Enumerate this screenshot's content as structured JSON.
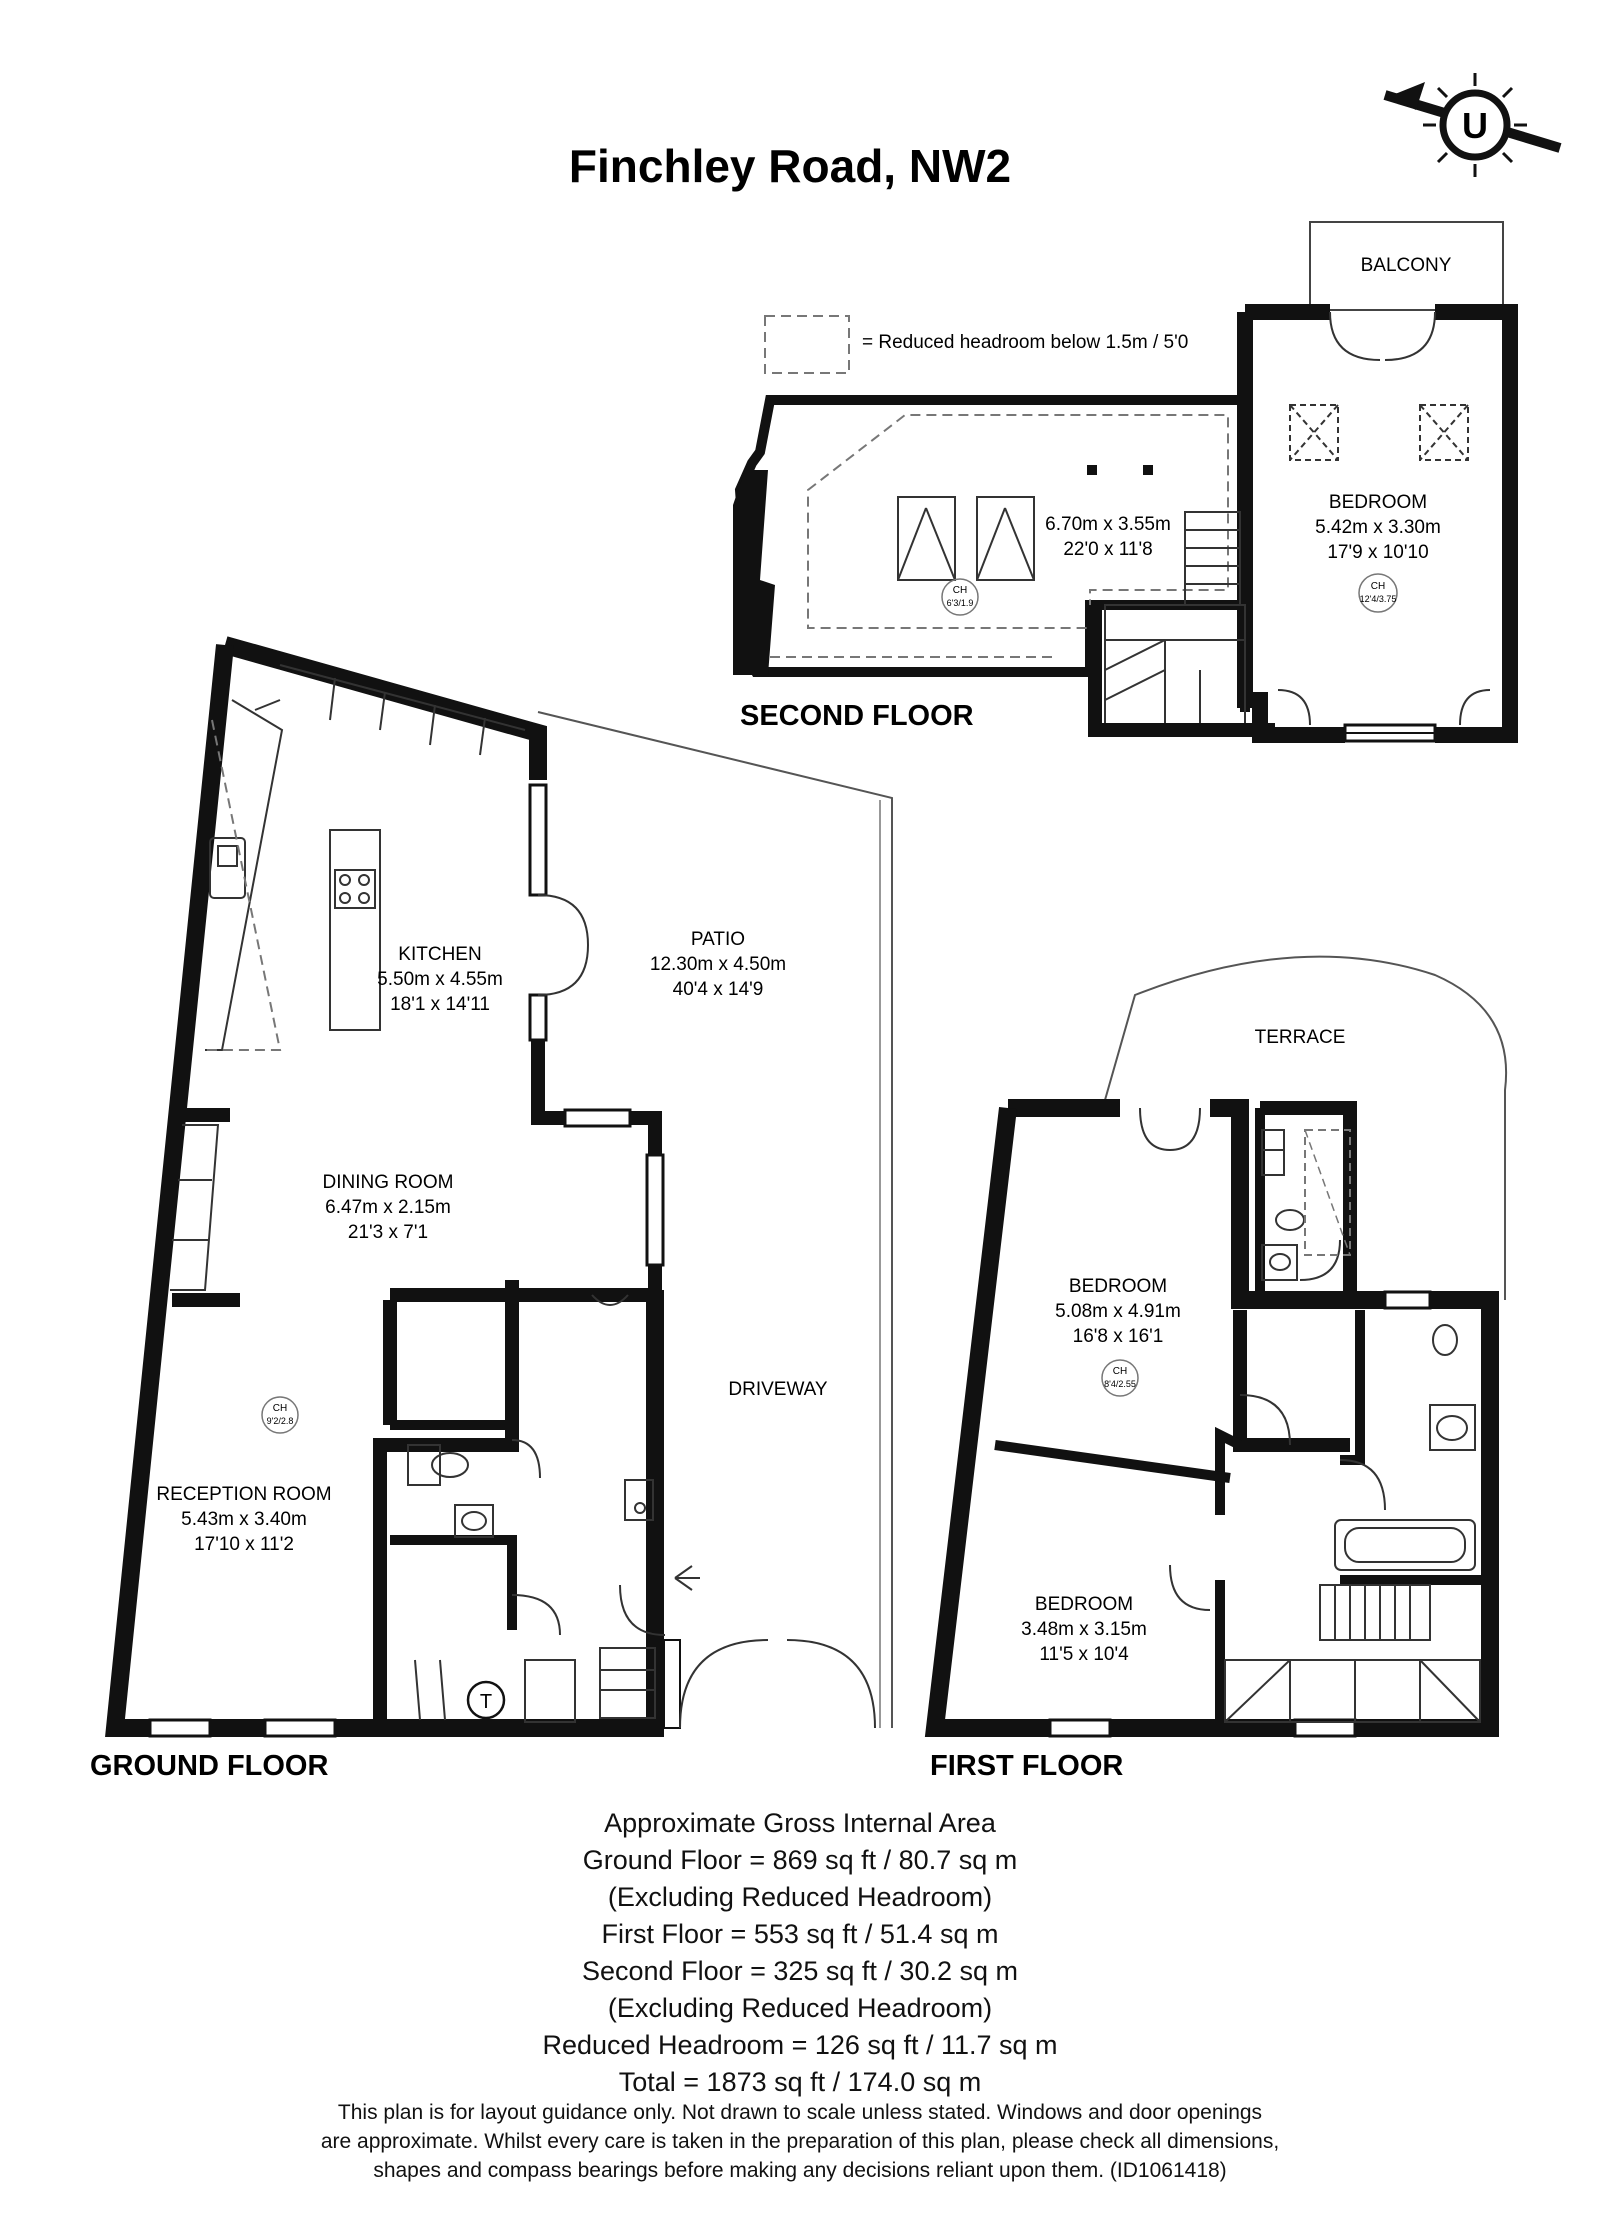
{
  "title": "Finchley Road, NW2",
  "compass_letter": "U",
  "legend_text": "= Reduced headroom below 1.5m / 5'0",
  "floors": {
    "ground": "GROUND FLOOR",
    "first": "FIRST FLOOR",
    "second": "SECOND FLOOR"
  },
  "rooms": {
    "balcony": "BALCONY",
    "second_bedroom": {
      "name": "BEDROOM",
      "metric": "5.42m x 3.30m",
      "imperial": "17'9 x 10'10",
      "ch": "CH",
      "ch_value": "12'4/3.75"
    },
    "second_loft": {
      "metric": "6.70m x 3.55m",
      "imperial": "22'0 x 11'8",
      "ch": "CH",
      "ch_value": "6'3/1.9"
    },
    "kitchen": {
      "name": "KITCHEN",
      "metric": "5.50m x 4.55m",
      "imperial": "18'1 x 14'11"
    },
    "patio": {
      "name": "PATIO",
      "metric": "12.30m x 4.50m",
      "imperial": "40'4 x 14'9"
    },
    "dining": {
      "name": "DINING ROOM",
      "metric": "6.47m x 2.15m",
      "imperial": "21'3 x 7'1"
    },
    "reception": {
      "name": "RECEPTION ROOM",
      "metric": "5.43m x 3.40m",
      "imperial": "17'10 x 11'2",
      "ch": "CH",
      "ch_value": "9'2/2.8"
    },
    "driveway": "DRIVEWAY",
    "tank": "T",
    "terrace": "TERRACE",
    "first_bedroom_main": {
      "name": "BEDROOM",
      "metric": "5.08m x 4.91m",
      "imperial": "16'8 x 16'1",
      "ch": "CH",
      "ch_value": "8'4/2.55"
    },
    "first_bedroom_small": {
      "name": "BEDROOM",
      "metric": "3.48m x 3.15m",
      "imperial": "11'5 x 10'4"
    }
  },
  "areas": [
    "Approximate Gross Internal Area",
    "Ground Floor = 869 sq ft / 80.7 sq m",
    "(Excluding Reduced Headroom)",
    "First Floor = 553 sq ft / 51.4 sq m",
    "Second Floor = 325 sq ft / 30.2 sq m",
    "(Excluding Reduced Headroom)",
    "Reduced Headroom = 126 sq ft / 11.7 sq m",
    "Total = 1873 sq ft / 174.0 sq m"
  ],
  "disclaimer": [
    "This plan is for layout guidance only. Not drawn to scale unless stated. Windows and door openings",
    "are approximate. Whilst every care is taken in the preparation of this plan, please check all dimensions,",
    "shapes and compass bearings before making any decisions reliant upon them. (ID1061418)"
  ]
}
